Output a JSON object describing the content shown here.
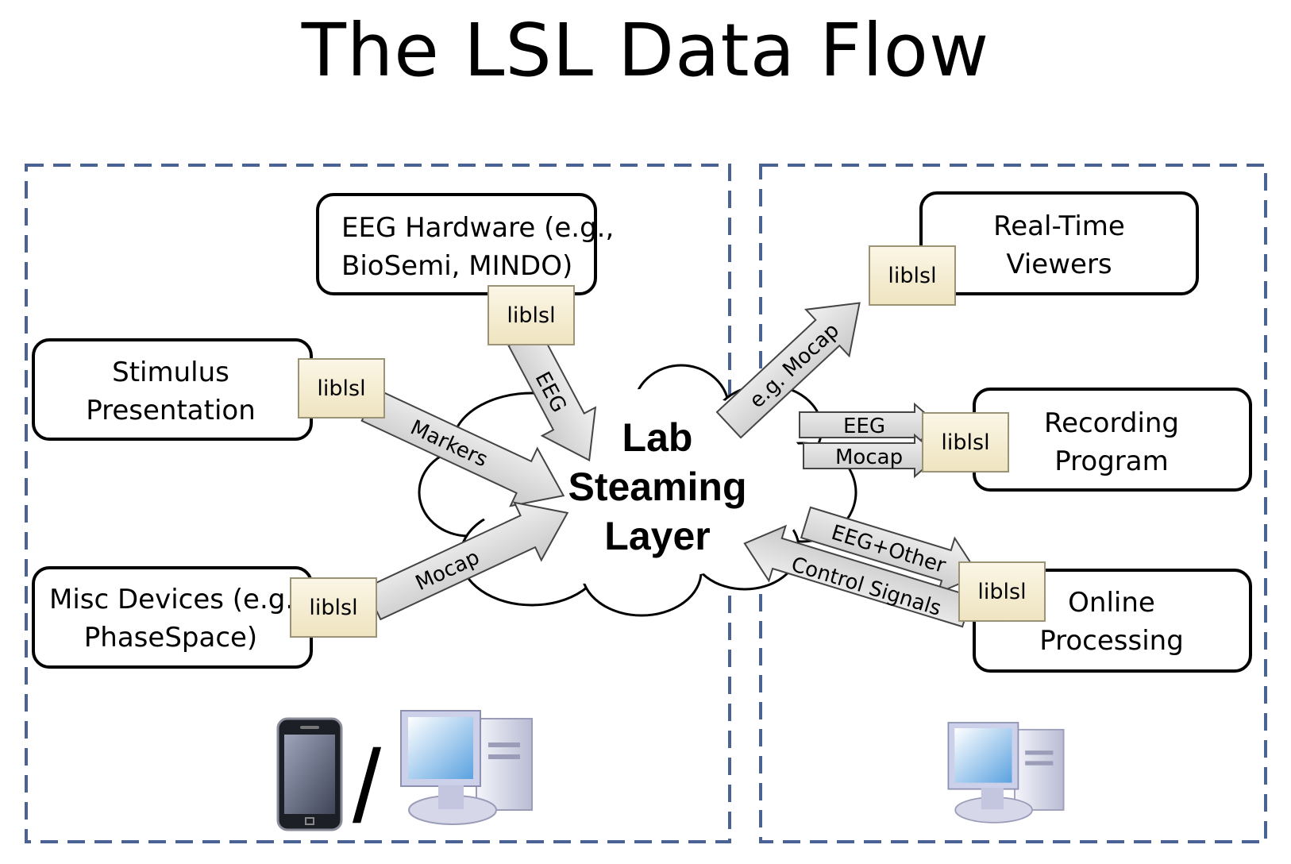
{
  "title": "The LSL Data Flow",
  "colors": {
    "dash_border": "#4a6394",
    "arrow_fill": "#dcdcdc",
    "liblsl_fill": "#f6efd6",
    "box_stroke": "#000000"
  },
  "center": {
    "lines": [
      "Lab",
      "Steaming",
      "Layer"
    ]
  },
  "sources": [
    {
      "id": "eeg-hardware",
      "lines": [
        "EEG Hardware (e.g.,",
        "BioSemi, MINDO)"
      ]
    },
    {
      "id": "stimulus",
      "lines": [
        "Stimulus",
        "Presentation"
      ]
    },
    {
      "id": "misc-devices",
      "lines": [
        "Misc Devices (e.g.,",
        "PhaseSpace)"
      ]
    }
  ],
  "sinks": [
    {
      "id": "realtime-viewers",
      "lines": [
        "Real-Time",
        "Viewers"
      ]
    },
    {
      "id": "recording-program",
      "lines": [
        "Recording",
        "Program"
      ]
    },
    {
      "id": "online-processing",
      "lines": [
        "Online",
        "Processing"
      ]
    }
  ],
  "liblsl_label": "liblsl",
  "arrow_labels": {
    "eeg_in": "EEG",
    "markers": "Markers",
    "mocap_in": "Mocap",
    "eg_mocap": "e.g. Mocap",
    "eeg_rec": "EEG",
    "mocap_rec": "Mocap",
    "eeg_other": "EEG+Other",
    "control_signals": "Control Signals"
  },
  "icons": [
    "phone-icon",
    "desktop-computer-icon",
    "desktop-computer-icon"
  ],
  "separator": "/"
}
